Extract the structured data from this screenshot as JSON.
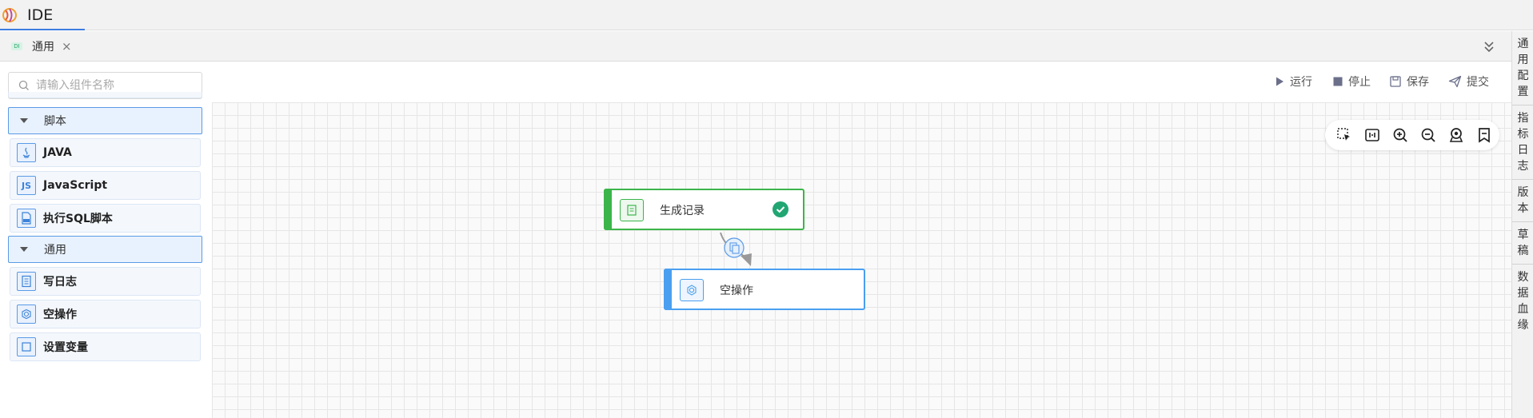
{
  "header": {
    "app_title": "IDE"
  },
  "tabs": [
    {
      "badge": "DI",
      "label": "通用",
      "close": "×"
    }
  ],
  "right_sidebar": [
    "通用配置",
    "指标日志",
    "版本",
    "草稿",
    "数据血缘"
  ],
  "left_panel": {
    "search_placeholder": "请输入组件名称",
    "groups": [
      {
        "label": "脚本",
        "items": [
          {
            "label": "JAVA",
            "icon": "java-icon"
          },
          {
            "label": "JavaScript",
            "icon": "js-icon",
            "icon_text": "JS"
          },
          {
            "label": "执行SQL脚本",
            "icon": "sql-icon"
          }
        ]
      },
      {
        "label": "通用",
        "items": [
          {
            "label": "写日志",
            "icon": "log-icon"
          },
          {
            "label": "空操作",
            "icon": "dummy-icon"
          },
          {
            "label": "设置变量",
            "icon": "variable-icon"
          }
        ]
      }
    ]
  },
  "toolbar": {
    "run": "运行",
    "stop": "停止",
    "save": "保存",
    "submit": "提交"
  },
  "canvas_tools": [
    "select-area-icon",
    "fit-view-icon",
    "zoom-in-icon",
    "zoom-out-icon",
    "locate-icon",
    "bookmark-icon"
  ],
  "nodes": [
    {
      "label": "生成记录",
      "status": "success",
      "color": "#3bb54a"
    },
    {
      "label": "空操作",
      "status": "",
      "color": "#4a9ff0"
    }
  ]
}
